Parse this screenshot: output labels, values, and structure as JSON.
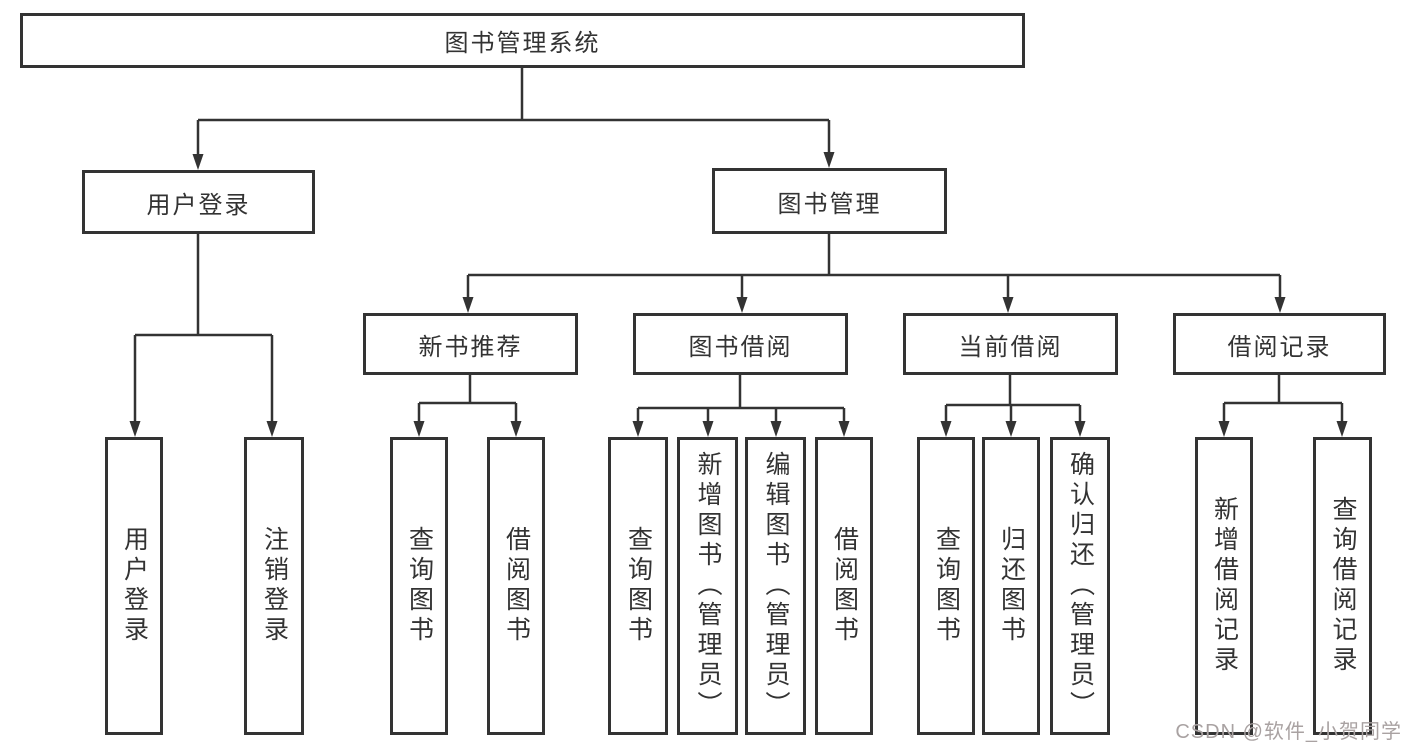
{
  "diagram_title": "图书管理系统",
  "colors": {
    "line": "#333333",
    "text": "#333333",
    "watermark": "#a9a2a2"
  },
  "tree": {
    "root": {
      "label": "图书管理系统"
    },
    "children": [
      {
        "label": "用户登录",
        "children": [
          {
            "label": "用户登录"
          },
          {
            "label": "注销登录"
          }
        ]
      },
      {
        "label": "图书管理",
        "children": [
          {
            "label": "新书推荐",
            "children": [
              {
                "label": "查询图书"
              },
              {
                "label": "借阅图书"
              }
            ]
          },
          {
            "label": "图书借阅",
            "children": [
              {
                "label": "查询图书"
              },
              {
                "label": "新增图书（管理员）"
              },
              {
                "label": "编辑图书（管理员）"
              },
              {
                "label": "借阅图书"
              }
            ]
          },
          {
            "label": "当前借阅",
            "children": [
              {
                "label": "查询图书"
              },
              {
                "label": "归还图书"
              },
              {
                "label": "确认归还（管理员）"
              }
            ]
          },
          {
            "label": "借阅记录",
            "children": [
              {
                "label": "新增借阅记录"
              },
              {
                "label": "查询借阅记录"
              }
            ]
          }
        ]
      }
    ]
  },
  "watermark": "CSDN @软件_小贺同学"
}
